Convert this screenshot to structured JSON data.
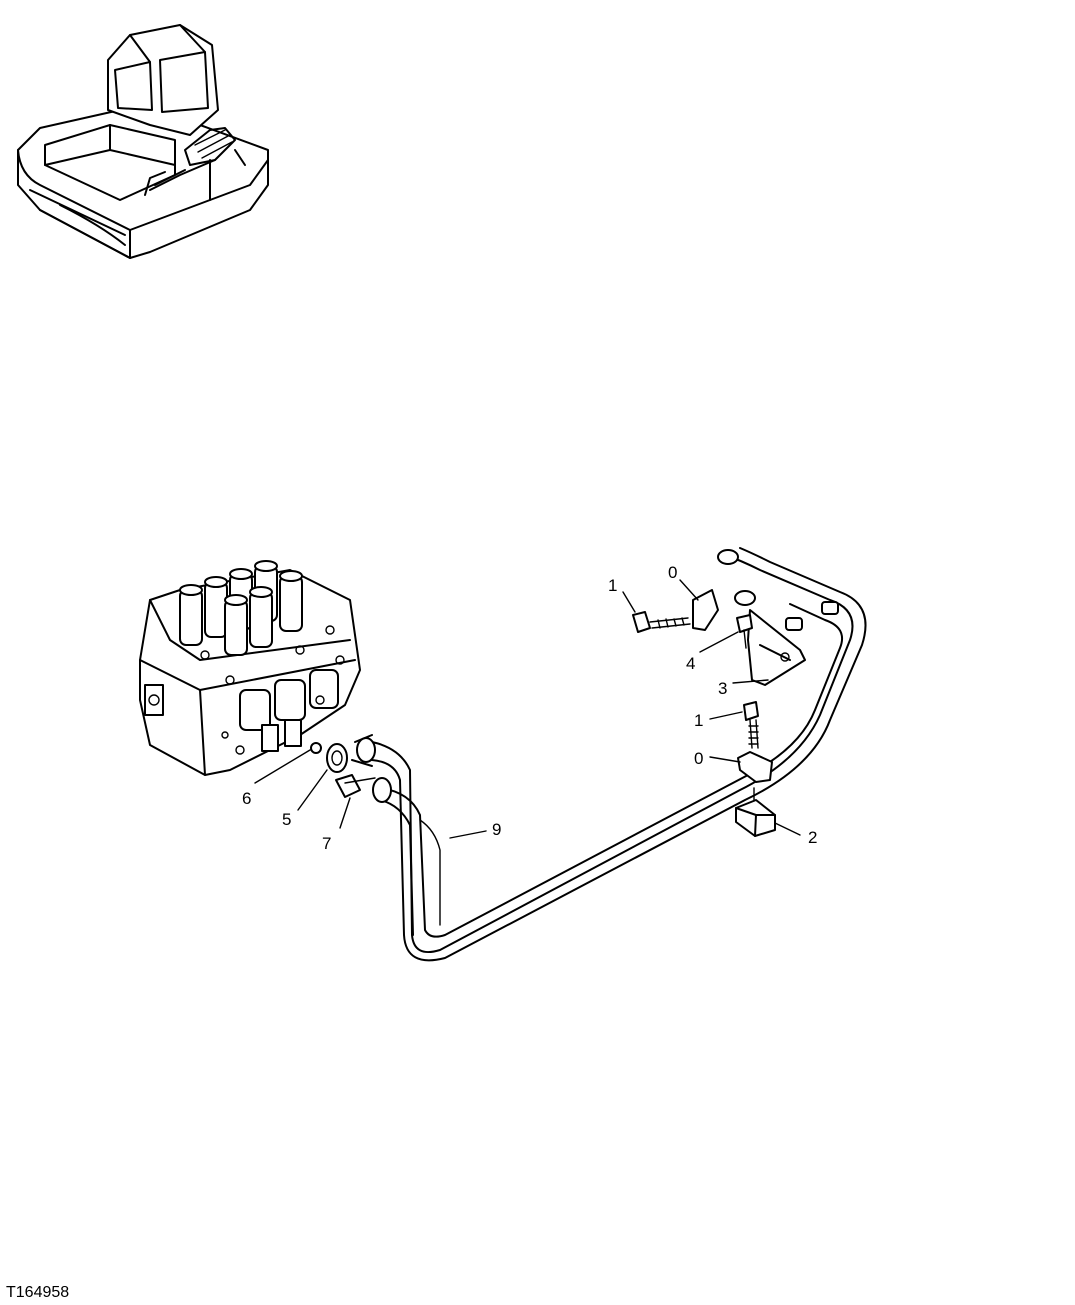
{
  "figure_id": "T164958",
  "callouts": [
    {
      "id": "c-1a",
      "label": "1"
    },
    {
      "id": "c-0a",
      "label": "0"
    },
    {
      "id": "c-4",
      "label": "4"
    },
    {
      "id": "c-3",
      "label": "3"
    },
    {
      "id": "c-1b",
      "label": "1"
    },
    {
      "id": "c-0b",
      "label": "0"
    },
    {
      "id": "c-2",
      "label": "2"
    },
    {
      "id": "c-9",
      "label": "9"
    },
    {
      "id": "c-6",
      "label": "6"
    },
    {
      "id": "c-5",
      "label": "5"
    },
    {
      "id": "c-7",
      "label": "7"
    }
  ]
}
